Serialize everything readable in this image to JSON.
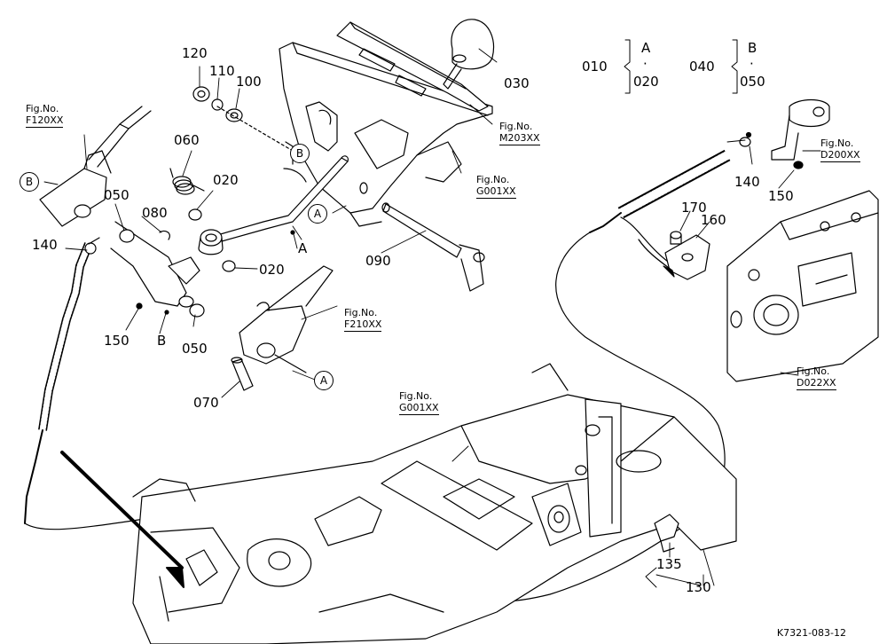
{
  "part_numbers": {
    "p030": "030",
    "p120": "120",
    "p110": "110",
    "p100": "100",
    "p060": "060",
    "p020a": "020",
    "p020b": "020",
    "p050a": "050",
    "p050b": "050",
    "p080": "080",
    "p140a": "140",
    "p140b": "140",
    "p150a": "150",
    "p150b": "150",
    "p070": "070",
    "p090": "090",
    "p170": "170",
    "p160": "160",
    "p135": "135",
    "p130": "130"
  },
  "assembly_keys": {
    "k010": "010",
    "k010_top": "A",
    "k010_dot": "·",
    "k010_bottom": "020",
    "k040": "040",
    "k040_top": "B",
    "k040_dot": "·",
    "k040_bottom": "050"
  },
  "point_labels": {
    "a": "A",
    "b": "B"
  },
  "reference_markers": {
    "A1": "A",
    "A2": "A",
    "A3": "A",
    "B1": "B",
    "B2": "B"
  },
  "figure_refs": [
    {
      "caption": "Fig.No.",
      "number": "F120XX"
    },
    {
      "caption": "Fig.No.",
      "number": "M203XX"
    },
    {
      "caption": "Fig.No.",
      "number": "G001XX"
    },
    {
      "caption": "Fig.No.",
      "number": "F210XX"
    },
    {
      "caption": "Fig.No.",
      "number": "G001XX"
    },
    {
      "caption": "Fig.No.",
      "number": "D200XX"
    },
    {
      "caption": "Fig.No.",
      "number": "D022XX"
    }
  ],
  "drawing_code": "K7321-083-12"
}
